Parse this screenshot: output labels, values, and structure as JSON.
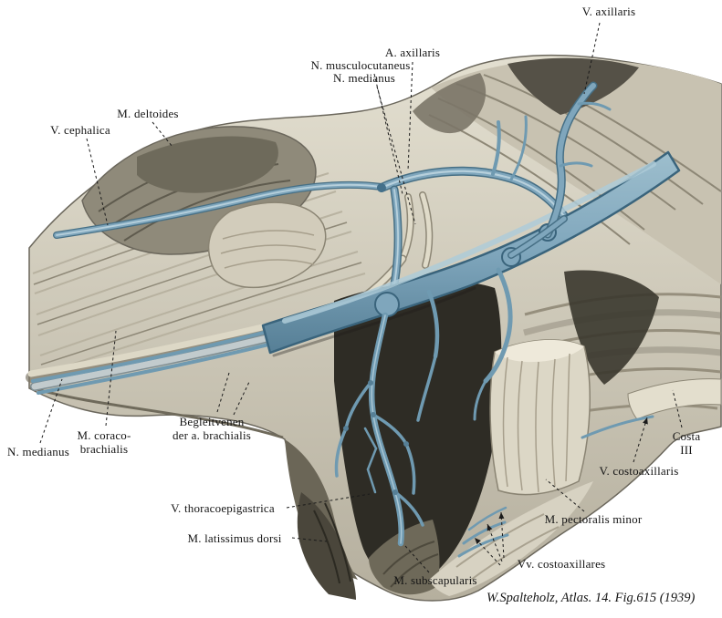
{
  "figure": {
    "caption": "W.Spalteholz, Atlas. 14. Fig.615 (1939)"
  },
  "labels": [
    {
      "id": "v-axillaris",
      "text": "V. axillaris"
    },
    {
      "id": "a-axillaris",
      "text": "A. axillaris"
    },
    {
      "id": "n-musculocutaneus",
      "text": "N. musculocutaneus"
    },
    {
      "id": "n-medianus-top",
      "text": "N. medianus"
    },
    {
      "id": "m-deltoides",
      "text": "M. deltoides"
    },
    {
      "id": "v-cephalica",
      "text": "V. cephalica"
    },
    {
      "id": "begleitvenen",
      "text": "Begleitvenen\nder a. brachialis"
    },
    {
      "id": "m-coracobrachialis",
      "text": "M. coraco-\nbrachialis"
    },
    {
      "id": "n-medianus-left",
      "text": "N. medianus"
    },
    {
      "id": "costa-iii",
      "text": "Costa III"
    },
    {
      "id": "v-costoaxillaris",
      "text": "V. costoaxillaris"
    },
    {
      "id": "v-thoracoepigastrica",
      "text": "V. thoracoepigastrica"
    },
    {
      "id": "m-pectoralis-minor",
      "text": "M. pectoralis minor"
    },
    {
      "id": "m-latissimus-dorsi",
      "text": "M. latissimus dorsi"
    },
    {
      "id": "vv-costoaxillares",
      "text": "Vv. costoaxillares"
    },
    {
      "id": "m-subscapularis",
      "text": "M. subscapularis"
    }
  ],
  "colors": {
    "background": "#ffffff",
    "vein_blue": "#7fa6bc",
    "vein_outline": "#3a647c",
    "vein_highlight": "#b7d0dc",
    "muscle_light": "#d9d4c5",
    "muscle_mid": "#a9a392",
    "muscle_dark": "#5c584c",
    "shadow_dark": "#2e2c25",
    "label_text": "#151515"
  }
}
